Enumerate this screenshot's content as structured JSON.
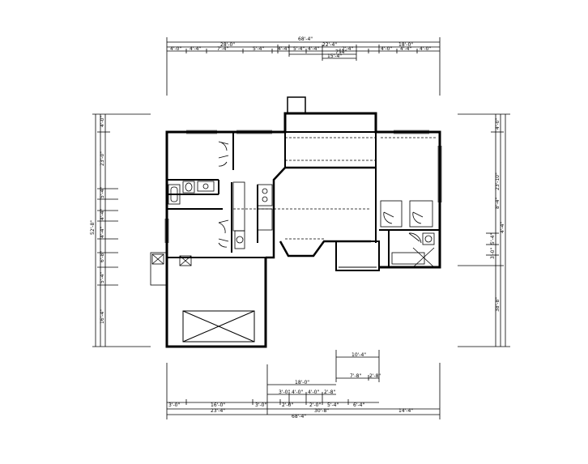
{
  "diagram": {
    "type": "architectural floor plan",
    "top_dimensions": {
      "overall": "68'-4\"",
      "row1": [
        "28'-0\"",
        "22'-4\"",
        "18'-0\""
      ],
      "row2": [
        "4'-0\"",
        "4'-4\"",
        "7'-4\"",
        "5'-4\"",
        "4'-4\"",
        "5'-4\"",
        "4'-4\"",
        "2'-4\"",
        "4'-0\"",
        "4'-4\"",
        "4'-0\""
      ],
      "row3": [
        "7'-4\"",
        "15'-4\""
      ]
    },
    "left_dimensions": {
      "overall": "52'-8\"",
      "sub": [
        "4'-0\"",
        "23'-0\"",
        "5'-4\"",
        "4'-4\"",
        "4'-4\"",
        "6'-8\"",
        "5'-4\"",
        "16'-4\""
      ]
    },
    "right_dimensions": {
      "overall": "38'-8\"",
      "sub": [
        "4'-0\"",
        "23'-10\"",
        "8'-4\"",
        "4'-4\"",
        "5'-4\"",
        "3'-0\""
      ]
    },
    "bottom_dimensions": {
      "row1": [
        "10'-4\""
      ],
      "row2": [
        "7'-8\"",
        "2'-8\""
      ],
      "row3": [
        "18'-0\""
      ],
      "row4": [
        "3'-0\"",
        "4'-0\"",
        "4'-0\"",
        "2'-8\""
      ],
      "row5": [
        "3'-0\"",
        "16'-0\"",
        "3'-0\"",
        "2'-0\"",
        "2'-0\"",
        "5'-4\"",
        "6'-4\""
      ],
      "row6": [
        "23'-4\"",
        "30'-8\"",
        "14'-4\""
      ],
      "overall": "68'-4\""
    }
  }
}
